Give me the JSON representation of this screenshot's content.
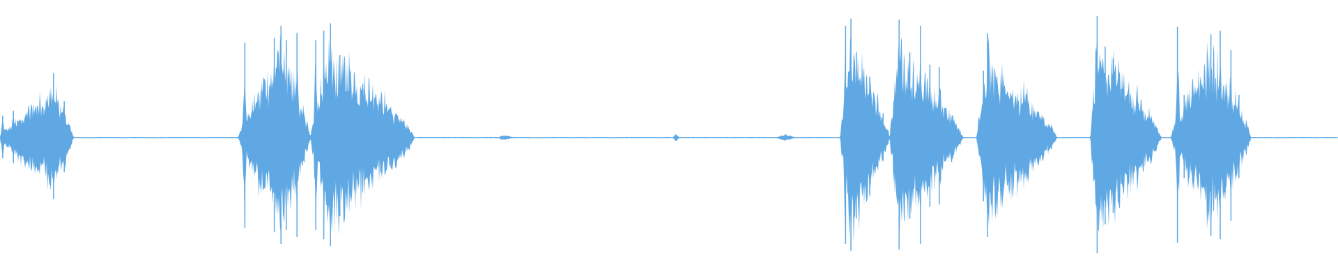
{
  "waveform": {
    "color": "#5fa8e3",
    "background": "#ffffff",
    "baseline_amplitude": 0.006,
    "bursts": [
      {
        "start": 0.0,
        "end": 0.055,
        "peak": 0.53,
        "peak_at": 0.04,
        "spikes": [
          [
            0.002,
            0.18
          ],
          [
            0.01,
            0.22
          ],
          [
            0.02,
            0.16
          ],
          [
            0.028,
            0.26
          ],
          [
            0.04,
            0.53
          ],
          [
            0.048,
            0.3
          ]
        ]
      },
      {
        "start": 0.178,
        "end": 0.232,
        "peak": 0.92,
        "peak_at": 0.21,
        "spikes": [
          [
            0.183,
            0.78
          ],
          [
            0.188,
            0.2
          ],
          [
            0.205,
            0.82
          ],
          [
            0.21,
            0.92
          ],
          [
            0.214,
            0.8
          ],
          [
            0.222,
            0.86
          ]
        ]
      },
      {
        "start": 0.232,
        "end": 0.31,
        "peak": 0.94,
        "peak_at": 0.247,
        "spikes": [
          [
            0.236,
            0.8
          ],
          [
            0.242,
            0.88
          ],
          [
            0.247,
            0.94
          ],
          [
            0.254,
            0.68
          ],
          [
            0.268,
            0.12
          ],
          [
            0.29,
            0.05
          ],
          [
            0.305,
            0.04
          ]
        ]
      },
      {
        "start": 0.37,
        "end": 0.385,
        "peak": 0.025,
        "peak_at": 0.377,
        "spikes": []
      },
      {
        "start": 0.503,
        "end": 0.508,
        "peak": 0.04,
        "peak_at": 0.505,
        "spikes": []
      },
      {
        "start": 0.58,
        "end": 0.595,
        "peak": 0.035,
        "peak_at": 0.587,
        "spikes": []
      },
      {
        "start": 0.628,
        "end": 0.665,
        "peak": 0.98,
        "peak_at": 0.636,
        "spikes": [
          [
            0.632,
            0.92
          ],
          [
            0.636,
            0.98
          ],
          [
            0.64,
            0.7
          ],
          [
            0.65,
            0.5
          ],
          [
            0.66,
            0.2
          ]
        ]
      },
      {
        "start": 0.665,
        "end": 0.72,
        "peak": 0.97,
        "peak_at": 0.672,
        "spikes": [
          [
            0.672,
            0.97
          ],
          [
            0.68,
            0.7
          ],
          [
            0.688,
            0.92
          ],
          [
            0.695,
            0.6
          ],
          [
            0.702,
            0.58
          ],
          [
            0.712,
            0.18
          ]
        ]
      },
      {
        "start": 0.73,
        "end": 0.79,
        "peak": 0.86,
        "peak_at": 0.738,
        "spikes": [
          [
            0.735,
            0.55
          ],
          [
            0.738,
            0.86
          ],
          [
            0.745,
            0.5
          ],
          [
            0.76,
            0.12
          ],
          [
            0.778,
            0.15
          ],
          [
            0.786,
            0.1
          ]
        ]
      },
      {
        "start": 0.815,
        "end": 0.868,
        "peak": 1.0,
        "peak_at": 0.82,
        "spikes": [
          [
            0.82,
            1.0
          ],
          [
            0.826,
            0.75
          ],
          [
            0.832,
            0.65
          ],
          [
            0.838,
            0.4
          ],
          [
            0.85,
            0.15
          ],
          [
            0.862,
            0.08
          ]
        ]
      },
      {
        "start": 0.875,
        "end": 0.935,
        "peak": 0.91,
        "peak_at": 0.905,
        "spikes": [
          [
            0.88,
            0.91
          ],
          [
            0.885,
            0.35
          ],
          [
            0.895,
            0.3
          ],
          [
            0.905,
            0.85
          ],
          [
            0.912,
            0.88
          ],
          [
            0.92,
            0.72
          ],
          [
            0.926,
            0.35
          ]
        ]
      }
    ]
  }
}
